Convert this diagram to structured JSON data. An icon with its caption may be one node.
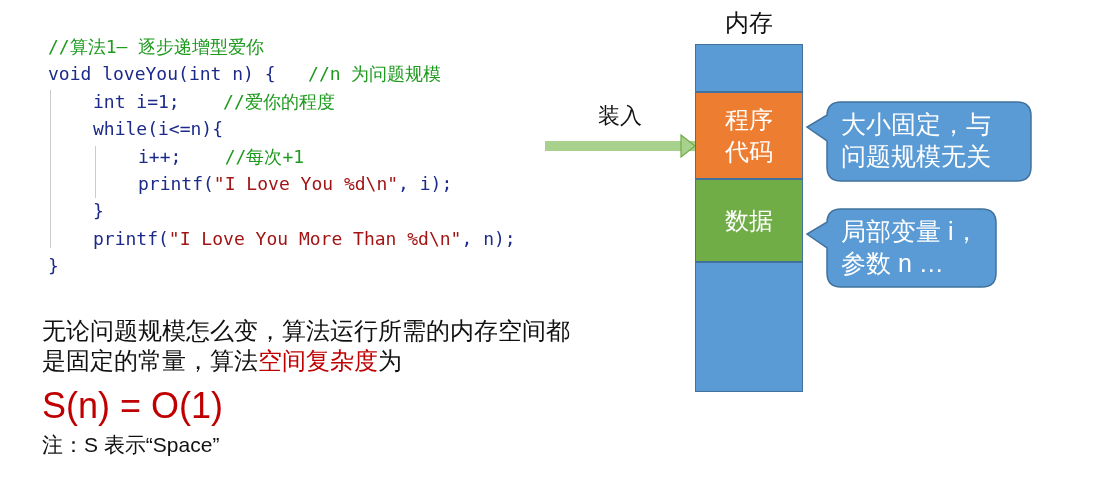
{
  "diagram": {
    "nodes": [
      {
        "text": [
          "//算法1— 逐步递增型爱你",
          "void loveYou(int n) {   //n 为问题规模",
          "int i=1;    //爱你的程度",
          "while(i<=n){",
          "i++;    //每次+1",
          "printf(\"I Love You %d\\n\", i);",
          "}",
          "printf(\"I Love You More Than %d\\n\", n);",
          "}"
        ]
      },
      {
        "text": [
          "内存"
        ]
      },
      {
        "text": [],
        "shape": "box",
        "in": 1
      },
      {
        "text": [
          "程序代码"
        ],
        "in": 1
      },
      {
        "text": [
          "数据"
        ],
        "in": 1
      },
      {
        "text": [],
        "shape": "box",
        "in": 1
      },
      {
        "text": [
          "大小固定，与问题规模无关"
        ]
      },
      {
        "text": [
          "局部变量 i，参数 n …"
        ]
      }
    ],
    "edges": [
      {
        "from": 0,
        "to": 1,
        "arrow": "to",
        "label": "装入"
      }
    ],
    "labels": [
      "无论问题规模怎么变，算法运行所需的内存空间都是固定的常量，算法**空间复杂度**为",
      "S(n) = O(1)",
      "注：S 表示“Space”"
    ]
  }
}
